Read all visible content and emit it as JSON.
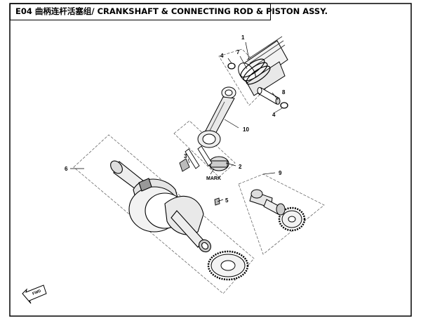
{
  "header": {
    "title": "E04 曲柄连杆活塞组/ CRANKSHAFT & CONNECTING ROD & PISTON ASSY."
  },
  "callouts": {
    "c1": "1",
    "c2": "2",
    "c3": "3",
    "c4a": "4",
    "c4b": "4",
    "c5": "5",
    "c6": "6",
    "c7": "7",
    "c8": "8",
    "c9": "9",
    "c10": "10"
  },
  "labels": {
    "mark": "MARK",
    "fwd": "FWD"
  }
}
